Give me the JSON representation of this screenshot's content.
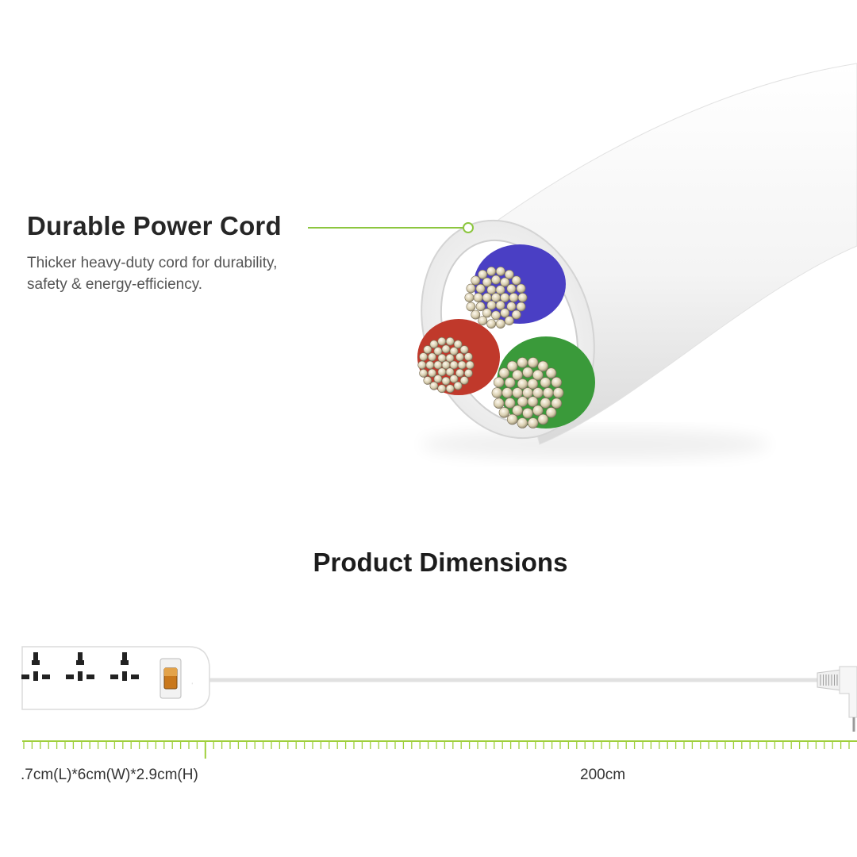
{
  "feature": {
    "title": "Durable Power Cord",
    "description_line1": "Thicker heavy-duty cord for durability,",
    "description_line2": "safety & energy-efficiency."
  },
  "dimensions": {
    "title": "Product Dimensions",
    "strip_size": ".7cm(L)*6cm(W)*2.9cm(H)",
    "cord_length": "200cm"
  },
  "colors": {
    "accent": "#8cc63f",
    "wire_blue": "#4a3fc4",
    "wire_red": "#c0392b",
    "wire_green": "#3a9a3a",
    "copper": "#d8cfae"
  },
  "icons": [
    "cable-cross-section-illustration",
    "power-strip-illustration",
    "plug-icon",
    "switch-icon"
  ]
}
